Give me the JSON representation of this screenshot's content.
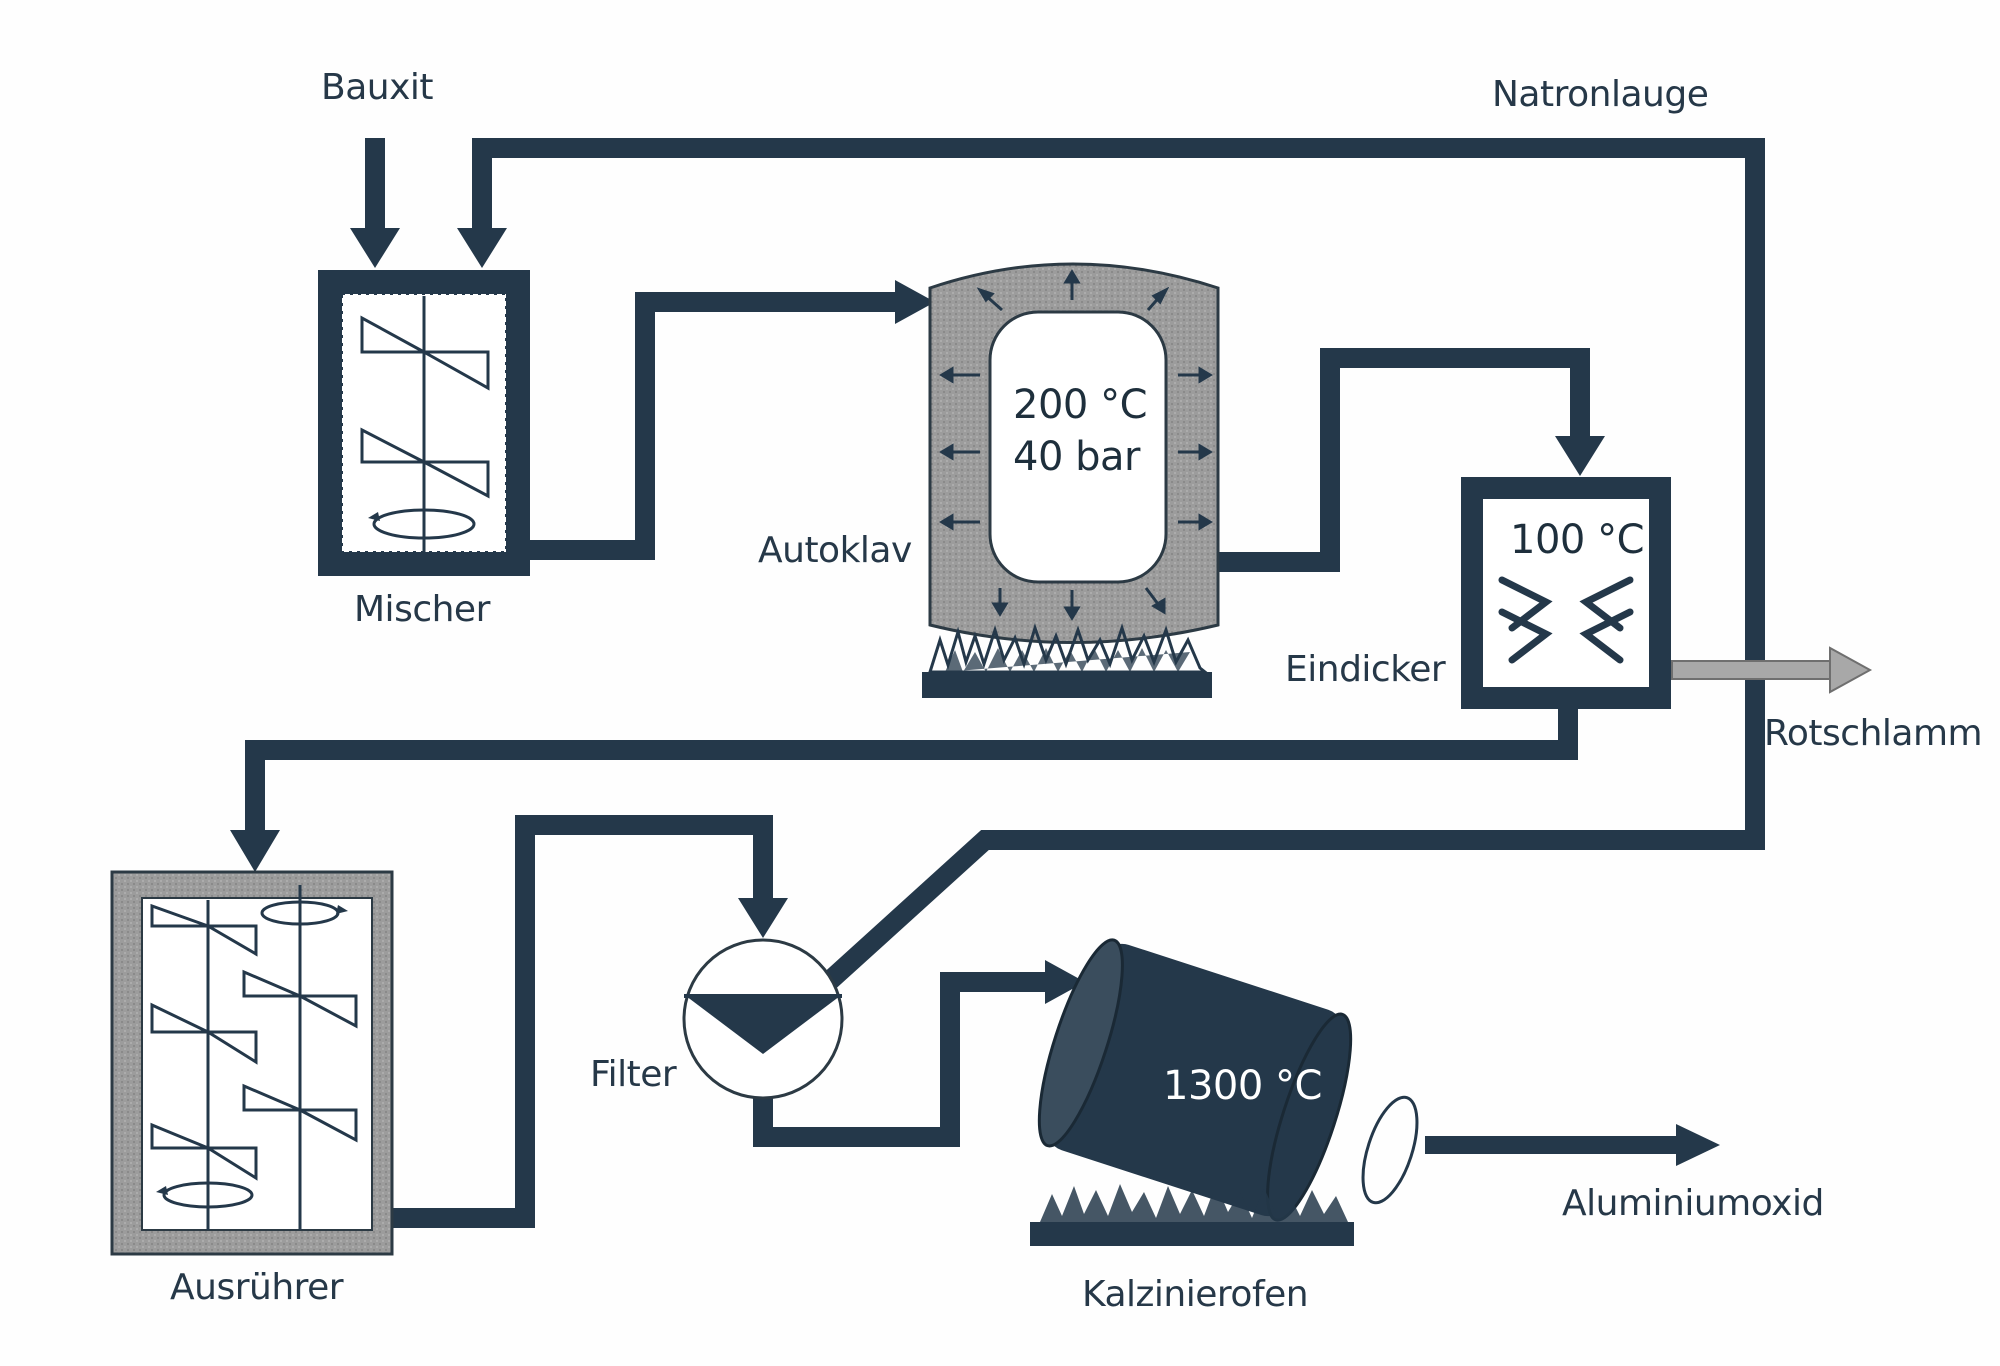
{
  "labels": {
    "bauxit": "Bauxit",
    "natronlauge": "Natronlauge",
    "mischer": "Mischer",
    "autoklav": "Autoklav",
    "autoklav_temp": "200 °C",
    "autoklav_pressure": "40 bar",
    "eindicker": "Eindicker",
    "eindicker_temp": "100 °C",
    "rotschlamm": "Rotschlamm",
    "ausruehrer": "Ausrührer",
    "filter": "Filter",
    "ofen_temp": "1300 °C",
    "kalzinierofen": "Kalzinierofen",
    "aluminiumoxid": "Aluminiumoxid"
  },
  "colors": {
    "line": "#24384a",
    "vessel_fill": "#9b9b9b",
    "waste_arrow": "#a8a8a8",
    "paper": "#fefefe"
  }
}
